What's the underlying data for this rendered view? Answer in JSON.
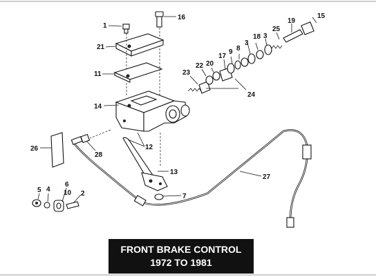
{
  "caption": {
    "line1": "FRONT BRAKE CONTROL",
    "line2": "1972 TO 1981"
  },
  "callouts": {
    "n1": "1",
    "n2": "2",
    "n3a": "3",
    "n3b": "3",
    "n4": "4",
    "n5": "5",
    "n6": "6",
    "n7": "7",
    "n8": "8",
    "n9": "9",
    "n10": "10",
    "n11": "11",
    "n12": "12",
    "n13": "13",
    "n14": "14",
    "n15": "15",
    "n16": "16",
    "n17": "17",
    "n18": "18",
    "n19": "19",
    "n20": "20",
    "n21": "21",
    "n22": "22",
    "n23": "23",
    "n24": "24",
    "n25": "25",
    "n26": "26",
    "n27": "27",
    "n28": "28"
  }
}
